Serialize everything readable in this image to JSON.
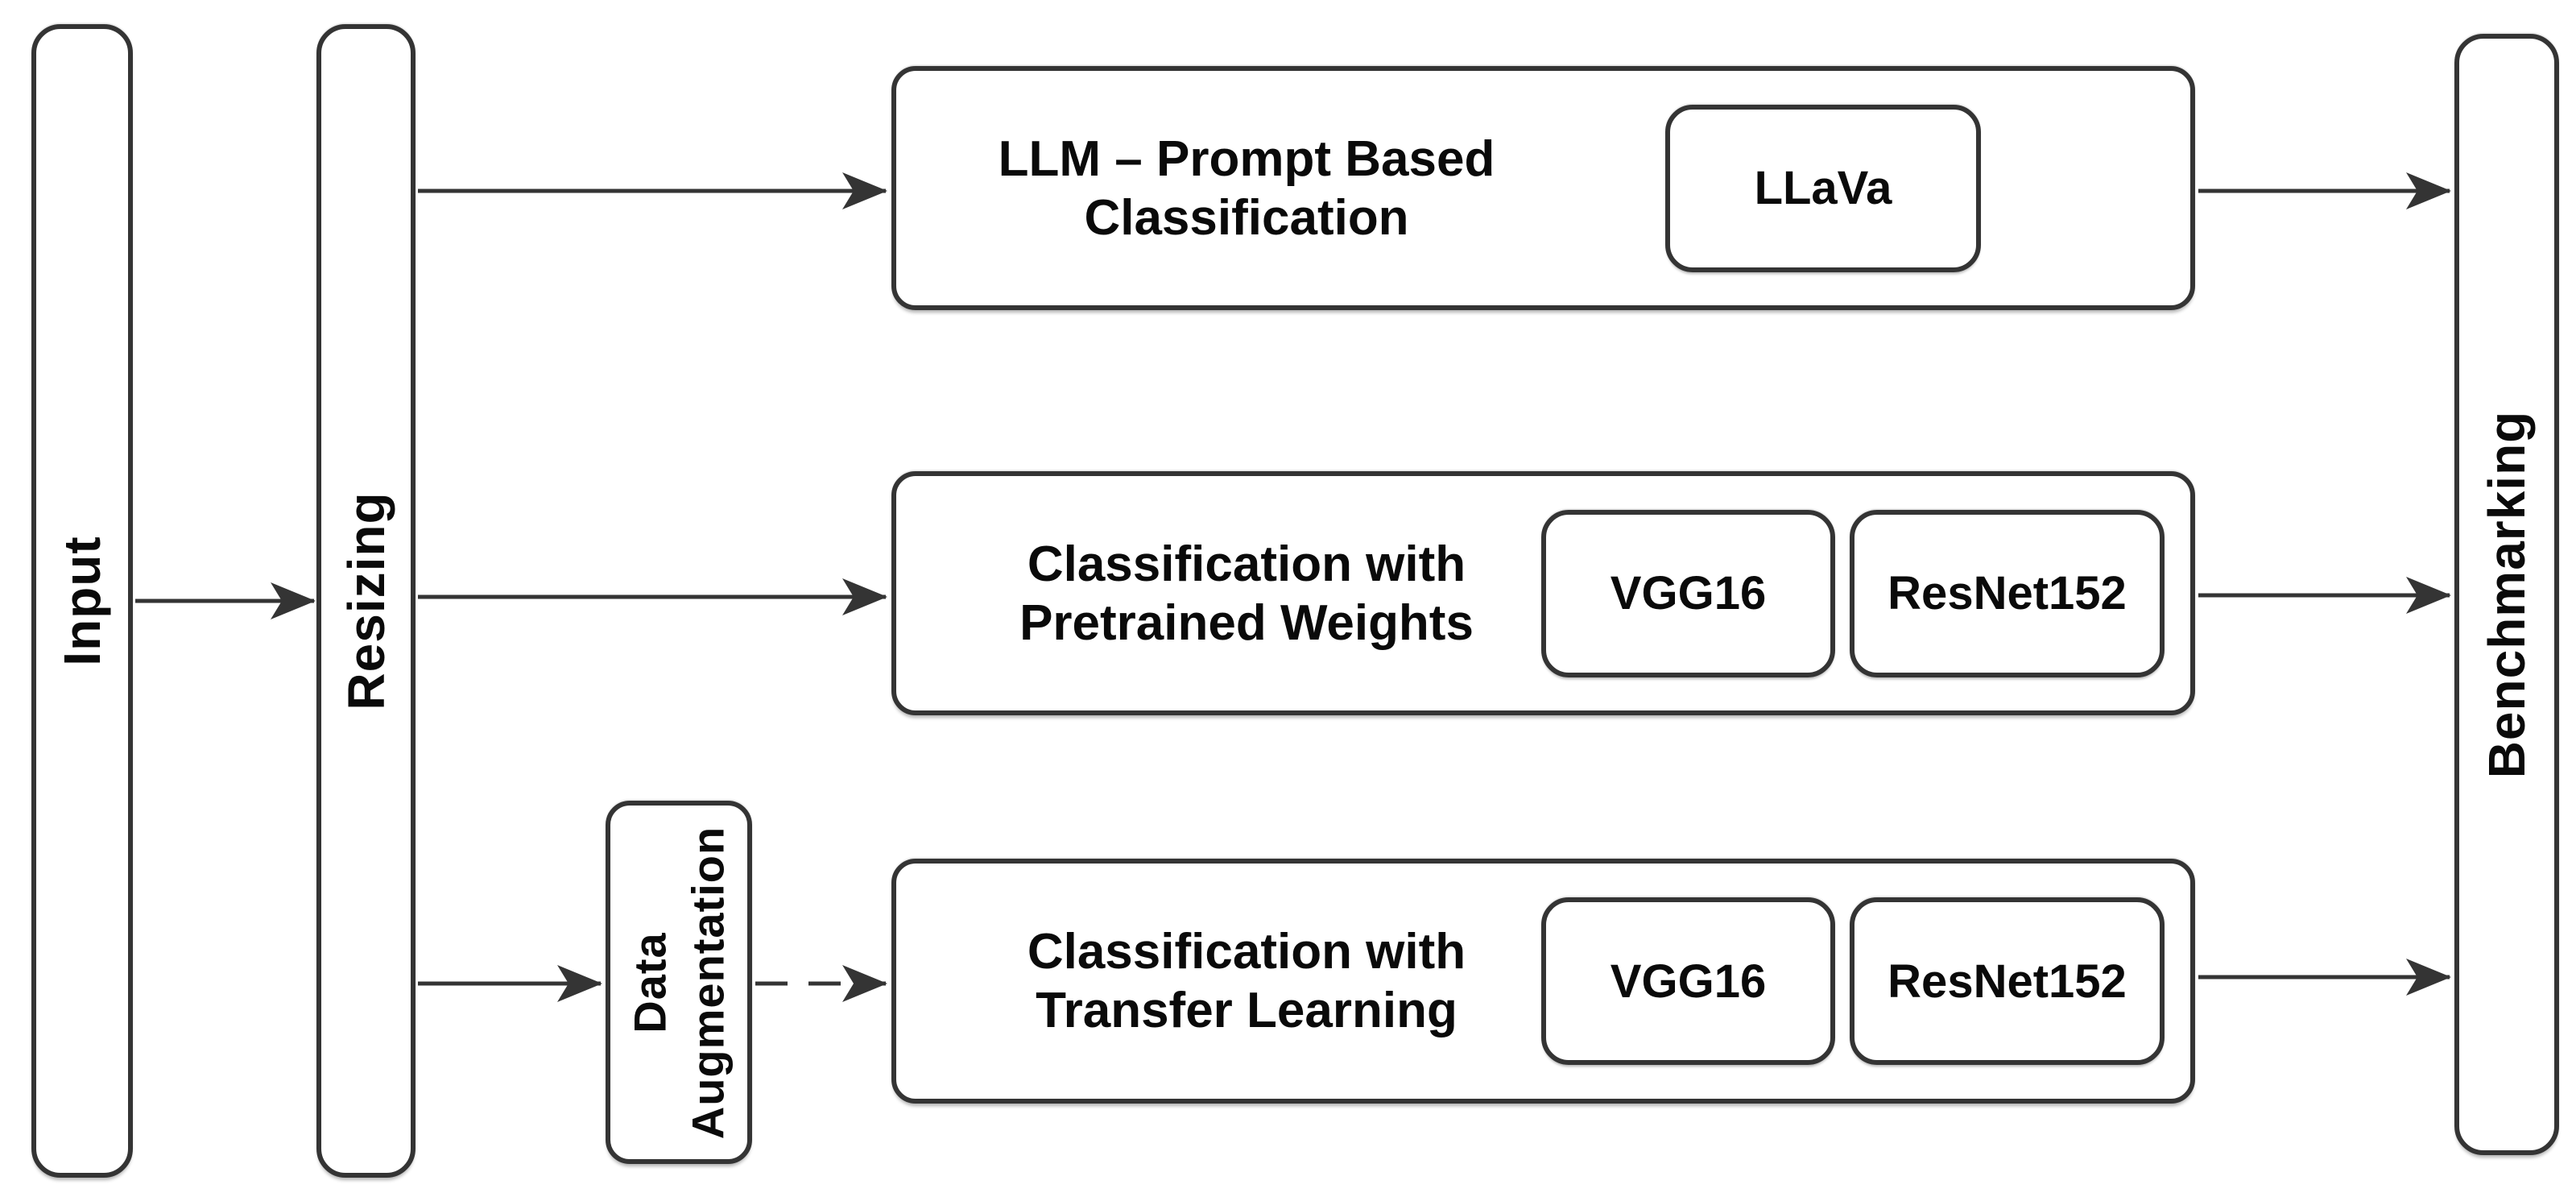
{
  "nodes": {
    "input": {
      "label": "Input"
    },
    "resizing": {
      "label": "Resizing"
    },
    "data_augmentation": {
      "line1": "Data",
      "line2": "Augmentation"
    },
    "benchmarking": {
      "label": "Benchmarking"
    },
    "llm_branch": {
      "line1": "LLM – Prompt Based",
      "line2": "Classification",
      "models": [
        "LLaVa"
      ]
    },
    "pretrained_branch": {
      "line1": "Classification with",
      "line2": "Pretrained Weights",
      "models": [
        "VGG16",
        "ResNet152"
      ]
    },
    "transfer_branch": {
      "line1": "Classification with",
      "line2": "Transfer Learning",
      "models": [
        "VGG16",
        "ResNet152"
      ]
    }
  },
  "colors": {
    "stroke": "#343434",
    "fill": "#ffffff",
    "text": "#0a0a0a"
  }
}
